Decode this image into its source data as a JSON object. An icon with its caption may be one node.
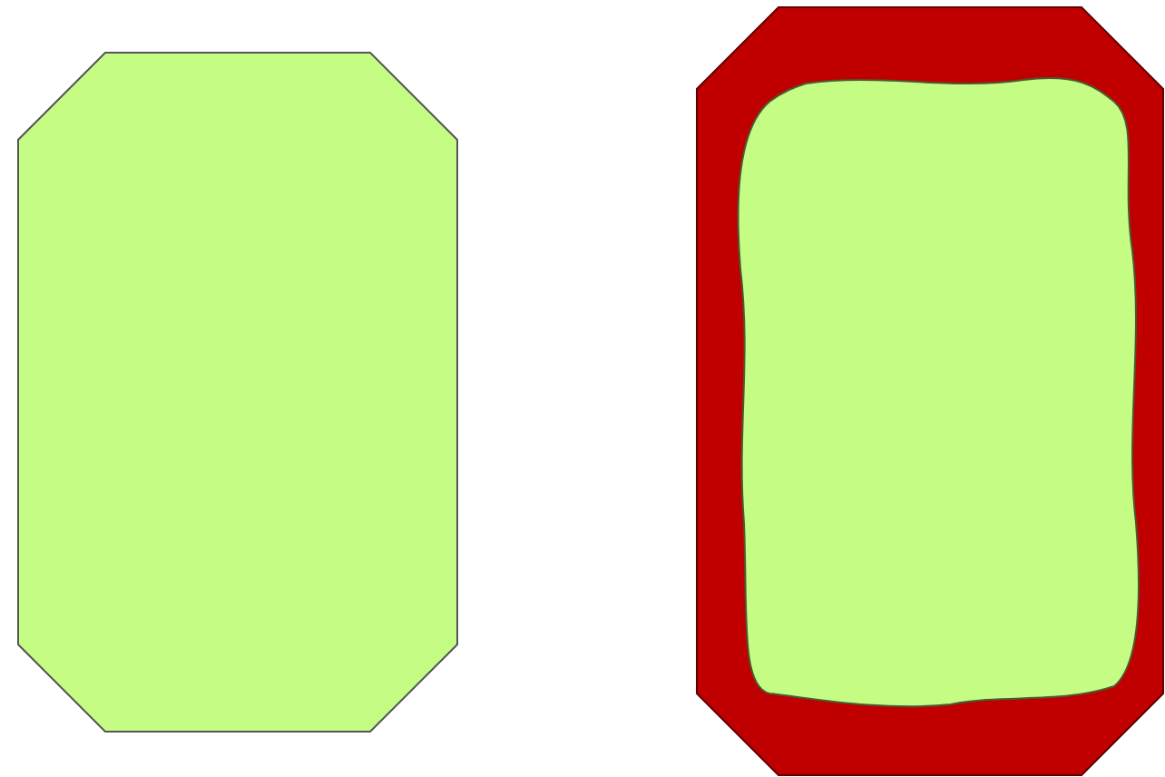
{
  "diagram": {
    "nodes": [
      {
        "text": [],
        "shape": "octagon"
      },
      {
        "text": [],
        "shape": "octagon"
      },
      {
        "text": [],
        "shape": "blob",
        "in": 1
      }
    ]
  }
}
